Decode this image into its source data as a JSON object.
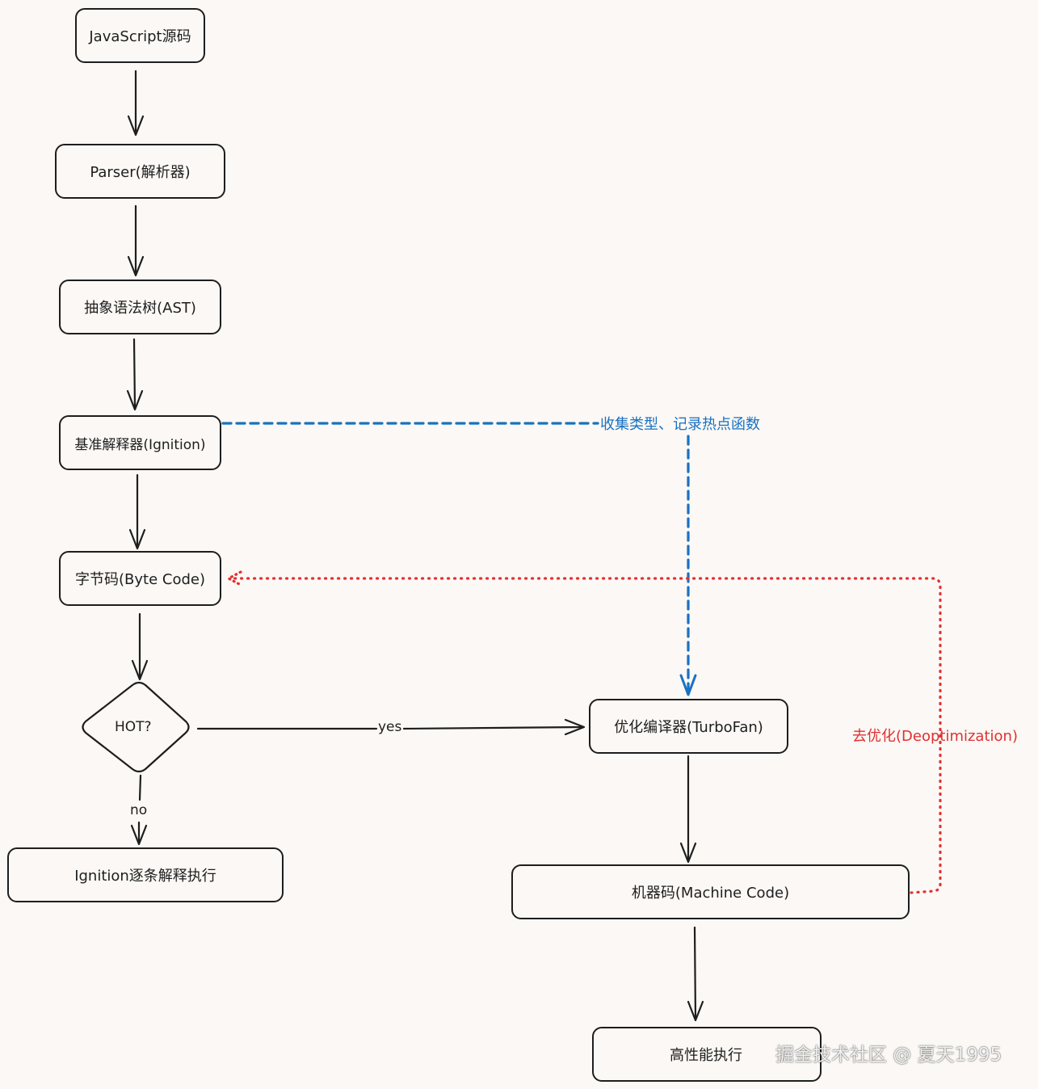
{
  "nodes": {
    "js_source": "JavaScript源码",
    "parser": "Parser(解析器)",
    "ast": "抽象语法树(AST)",
    "ignition": "基准解释器(Ignition)",
    "bytecode": "字节码(Byte Code)",
    "hot": "HOT?",
    "ignition_exec": "Ignition逐条解释执行",
    "turbofan": "优化编译器(TurboFan)",
    "machine_code": "机器码(Machine Code)",
    "high_perf": "高性能执行"
  },
  "edges": {
    "yes": "yes",
    "no": "no",
    "collect": "收集类型、记录热点函数",
    "deopt": "去优化(Deoptimization)"
  },
  "colors": {
    "stroke": "#1e1e1e",
    "feedback_blue": "#1971c2",
    "deopt_red": "#e03131",
    "background": "#fbf8f5"
  },
  "watermark": "掘金技术社区 @ 夏天1995"
}
